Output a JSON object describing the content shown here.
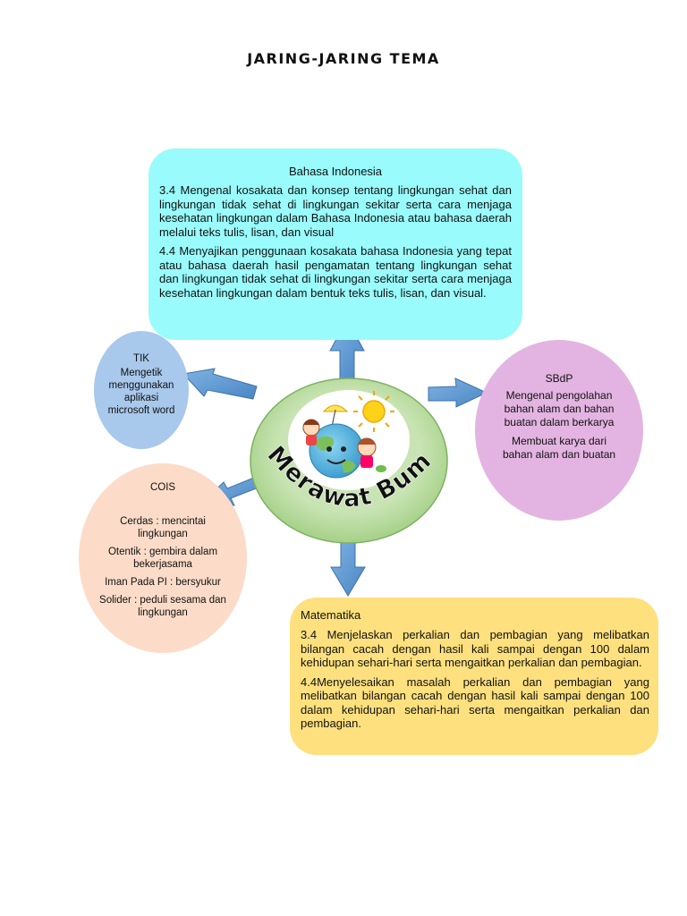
{
  "title": "JARING-JARING TEMA",
  "center": {
    "label": "Merawat Bumi"
  },
  "bahasa_indonesia": {
    "heading": "Bahasa Indonesia",
    "points": [
      "3.4 Mengenal kosakata dan konsep tentang lingkungan sehat dan lingkungan tidak sehat di lingkungan sekitar serta cara menjaga kesehatan lingkungan dalam Bahasa Indonesia atau bahasa daerah melalui teks tulis, lisan, dan visual",
      "4.4 Menyajikan penggunaan kosakata bahasa Indonesia yang tepat atau bahasa daerah hasil pengamatan tentang lingkungan sehat dan lingkungan tidak sehat di lingkungan sekitar serta cara menjaga kesehatan lingkungan dalam bentuk teks tulis, lisan, dan visual."
    ]
  },
  "tik": {
    "heading": "TIK",
    "text": "Mengetik menggunakan aplikasi microsoft word"
  },
  "cois": {
    "heading": "COIS",
    "items": [
      "Cerdas : mencintai lingkungan",
      "Otentik : gembira dalam bekerjasama",
      "Iman Pada PI : bersyukur",
      "Solider : peduli sesama dan lingkungan"
    ]
  },
  "sbdp": {
    "heading": "SBdP",
    "items": [
      "Mengenal pengolahan bahan alam dan bahan buatan dalam berkarya",
      "Membuat karya dari bahan alam dan buatan"
    ]
  },
  "matematika": {
    "heading": "Matematika",
    "points": [
      "3.4 Menjelaskan perkalian dan pembagian yang melibatkan bilangan cacah dengan hasil kali sampai dengan 100 dalam kehidupan sehari-hari serta mengaitkan perkalian dan pembagian.",
      "4.4Menyelesaikan masalah perkalian dan pembagian yang melibatkan bilangan cacah dengan hasil kali sampai dengan 100 dalam kehidupan sehari-hari serta mengaitkan perkalian dan pembagian."
    ]
  },
  "colors": {
    "bahasa_indonesia": "#99fbfc",
    "matematika": "#fee07e",
    "tik": "#a8c8ec",
    "cois": "#fcdcc8",
    "sbdp": "#e3b4e1",
    "center_ring": "#a8d08d",
    "arrow": "#5b9bd5"
  }
}
